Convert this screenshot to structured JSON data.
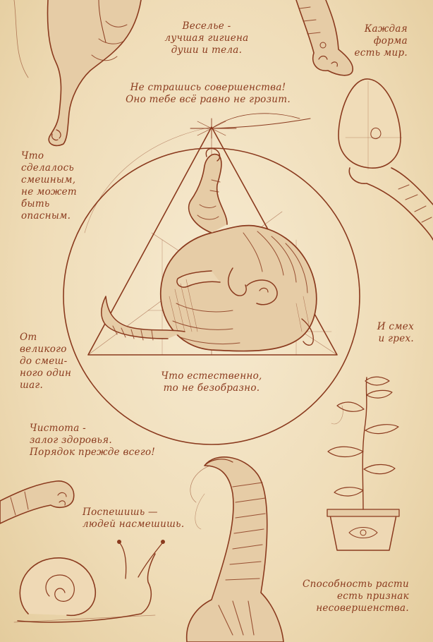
{
  "palette": {
    "ink": "#8a3a1e",
    "paper": "#f2e3c3",
    "sepia_fill": "#e2c7a0"
  },
  "quotes": {
    "fun_hygiene": "Веселье -\nлучшая гигиена\nдуши и тела.",
    "each_form": "Каждая\nформа\nесть мир.",
    "perfection": "Не страшись совершенства!\nОно тебе всё равно не грозит.",
    "funny_safe": "Что сделалось\nсмешным,\nне может\nбыть\nопасным.",
    "great_to_funny": "От\nвеликого\nдо смеш-\nного один\nшаг.",
    "laugh_sin": "И смех\nи грех.",
    "natural": "Что естественно,\nто не безобразно.",
    "cleanliness": "Чистота -\nзалог здоровья.\nПорядок прежде всего!",
    "hurry": "Поспешишь —\nлюдей насмешишь.",
    "growth": "Способность расти\nесть признак\nнесовершенства."
  },
  "illustrations": {
    "center": "cat-curled-in-triangle",
    "top_left": "cat-hind-leg",
    "top_right": "cat-paw",
    "egg": "egg-on-paw",
    "plant": "plant-in-pot",
    "snail": "snail",
    "tail": "cat-tail",
    "paw_left": "cat-paw-reaching"
  }
}
